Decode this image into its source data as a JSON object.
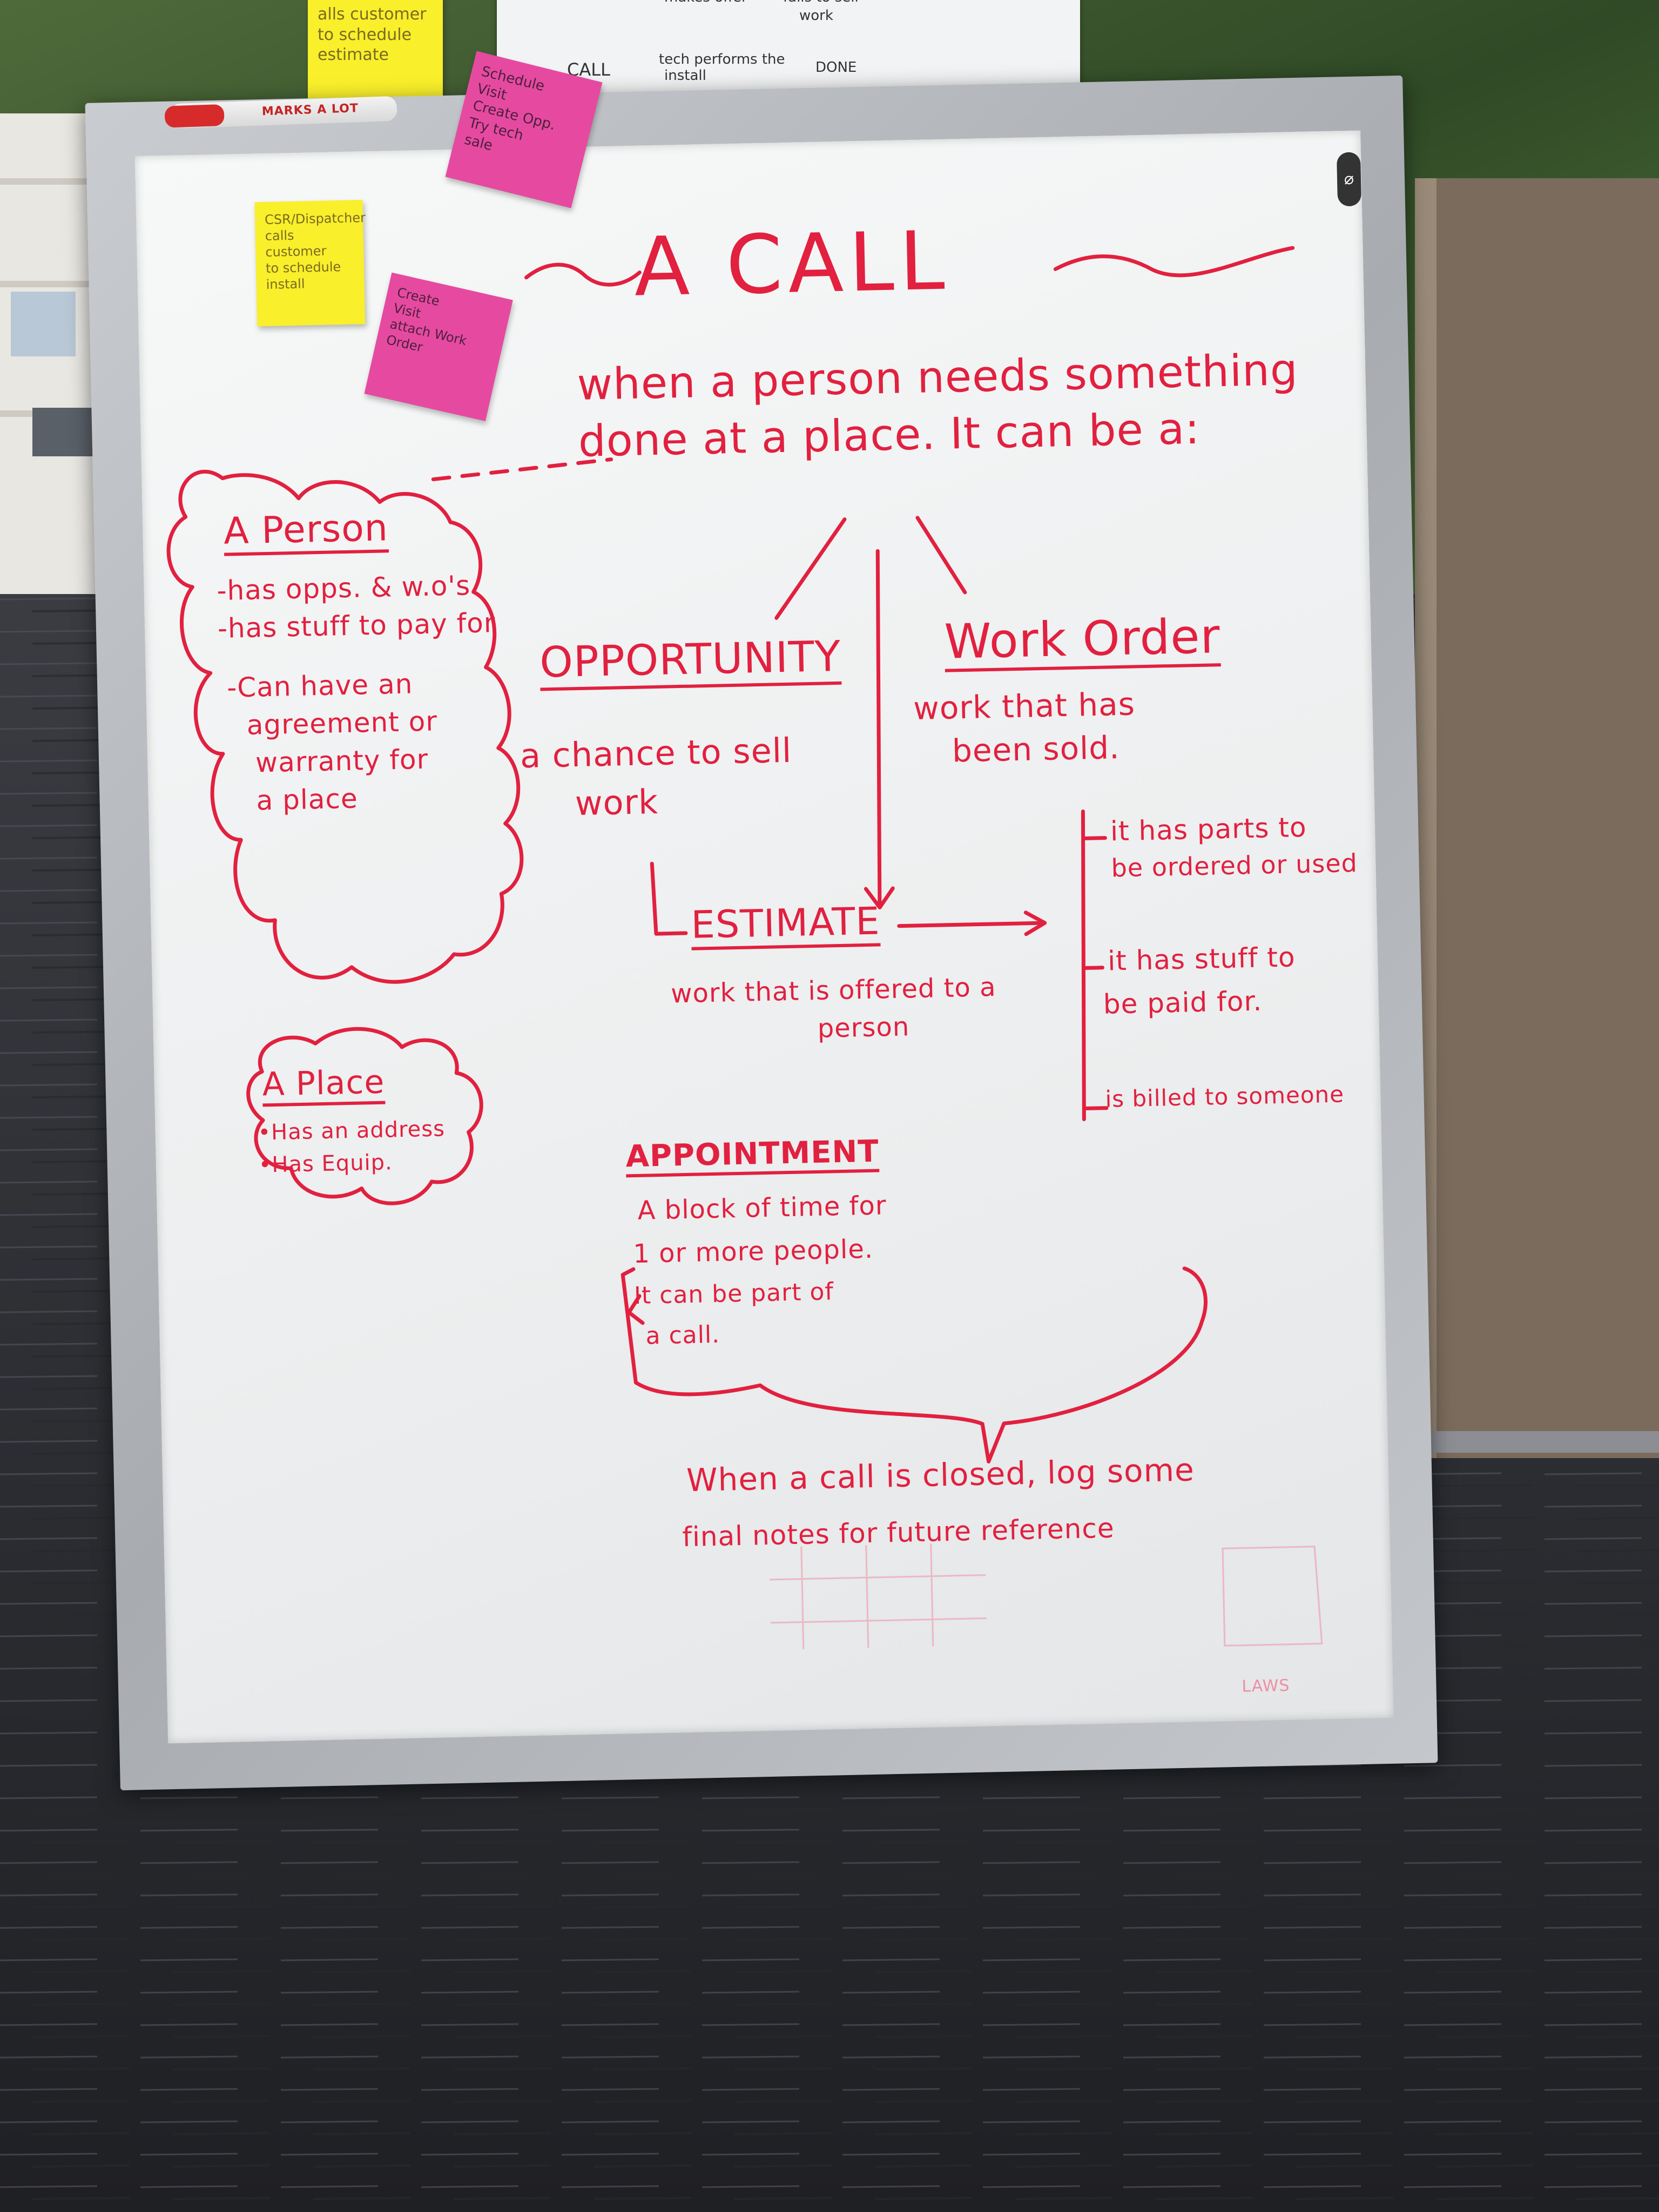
{
  "board": {
    "title": "A CALL",
    "intro_line1": "when a person needs something",
    "intro_line2": "done at a place. It can be a:",
    "person": {
      "heading": "A Person",
      "items": [
        "-has opps. & w.o's",
        "-has stuff to pay for",
        "-Can have an",
        "agreement or",
        "warranty for",
        "a place"
      ]
    },
    "place": {
      "heading": "A Place",
      "items": [
        "•Has an address",
        "•Has Equip."
      ]
    },
    "opportunity": {
      "heading": "OPPORTUNITY",
      "desc_line1": "a chance to sell",
      "desc_line2": "work"
    },
    "estimate": {
      "heading": "ESTIMATE",
      "desc_line1": "work that is offered to a",
      "desc_line2": "person"
    },
    "work_order": {
      "heading": "Work Order",
      "desc_line1": "work that has",
      "desc_line2": "been sold.",
      "items": [
        "it has parts to",
        "be ordered or used",
        "it has stuff to",
        "be paid for.",
        "is billed to someone"
      ]
    },
    "appointment": {
      "heading": "APPOINTMENT",
      "lines": [
        "A block of time for",
        "1 or more people.",
        "It can be part of",
        "a call."
      ]
    },
    "closing_line1": "When a call is closed, log some",
    "closing_line2": "final notes for future reference",
    "corner_scribble": "LAWS"
  },
  "stickies": {
    "top_yellow": [
      "alls customer",
      "to schedule",
      "estimate"
    ],
    "top_pink": [
      "Schedule",
      "Visit",
      "Create Opp.",
      "Try tech",
      "sale"
    ],
    "board_yellow": [
      "CSR/Dispatcher",
      "calls customer",
      "to schedule",
      "install"
    ],
    "board_pink": [
      "Create",
      "Visit",
      "attach Work Order"
    ]
  },
  "upper_board": {
    "line_a": "makes offer",
    "line_b": "falls to sell",
    "line_c": "work",
    "line_d": "CALL",
    "line_e": "tech performs the",
    "line_f": "install",
    "line_g": "DONE"
  },
  "marker": {
    "label": "MARKS A LOT"
  },
  "colors": {
    "ink": "#e2203f",
    "sticky_yellow": "#f9ef2b",
    "sticky_pink": "#e54aa0",
    "frame": "#b8bbc0",
    "carpet": "#2b2d31"
  }
}
